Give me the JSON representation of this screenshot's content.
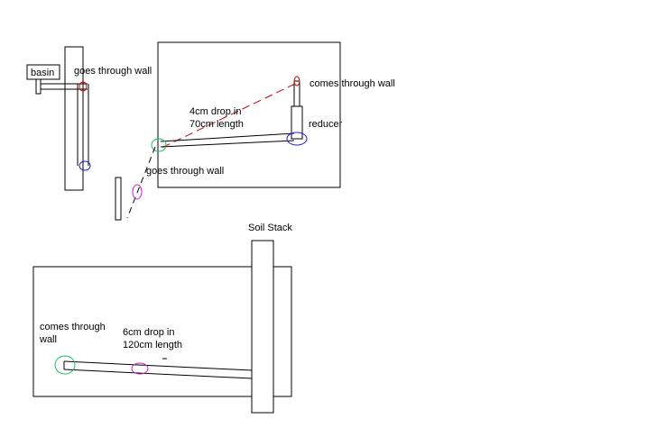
{
  "labels": {
    "basin": "basin",
    "goes_through_wall_top": "goes through wall",
    "comes_through_wall_top": "comes through wall",
    "drop_top_line1": "4cm drop in",
    "drop_top_line2": "70cm length",
    "reducer": "reducer",
    "goes_through_wall_mid": "goes through wall",
    "soil_stack": "Soil Stack",
    "comes_through_wall_bottom_line1": "comes through",
    "comes_through_wall_bottom_line2": "wall",
    "drop_bottom_line1": "6cm drop in",
    "drop_bottom_line2": "120cm length"
  },
  "colors": {
    "line": "#000000",
    "dashed_red": "#cc0000",
    "blue_marker": "#2222cc",
    "green_marker": "#22bb66",
    "purple_marker": "#cc22cc"
  }
}
